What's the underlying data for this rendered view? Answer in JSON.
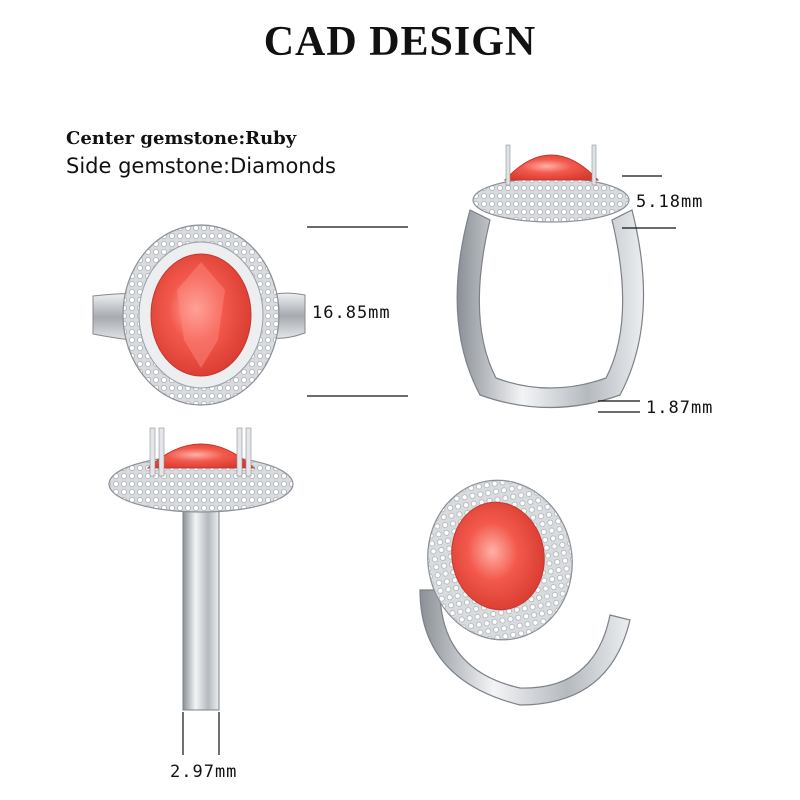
{
  "title": "CAD DESIGN",
  "specs": {
    "center": "Center gemstone:Ruby",
    "side": "Side gemstone:Diamonds"
  },
  "dimensions": {
    "height": "16.85mm",
    "head": "5.18mm",
    "band_thickness": "1.87mm",
    "band_width": "2.97mm"
  },
  "colors": {
    "ruby": "#f0564a",
    "ruby_light": "#ff9a90",
    "metal": "#c9ccd0",
    "metal_dark": "#7d8288",
    "metal_light": "#f2f3f5"
  }
}
